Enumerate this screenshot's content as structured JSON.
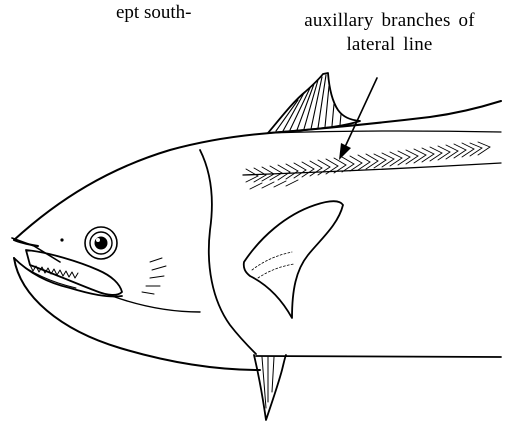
{
  "text_fragment": "ept south-",
  "callout": {
    "line1": "auxillary branches of",
    "line2": "lateral line"
  }
}
